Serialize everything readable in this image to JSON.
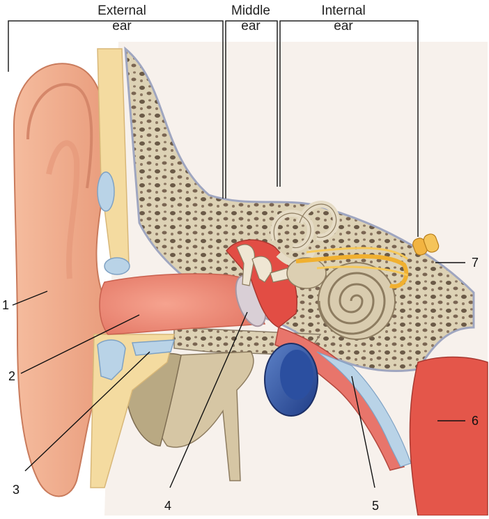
{
  "regions": {
    "external": {
      "line1": "External",
      "line2": "ear"
    },
    "middle": {
      "line1": "Middle",
      "line2": "ear"
    },
    "internal": {
      "line1": "Internal",
      "line2": "ear"
    }
  },
  "labels": [
    "1",
    "2",
    "3",
    "4",
    "5",
    "6",
    "7"
  ],
  "colors": {
    "skin": "#f2b393",
    "skin_dark": "#e79a78",
    "canal": "#ec8a78",
    "bone": "#ddd2b5",
    "cartilage": "#f4dba0",
    "cartilage_blue": "#b9d3e7",
    "vessel_blue": "#2b4fa0",
    "muscle_red": "#e4564a",
    "nerve_yellow": "#f0b030",
    "leader": "#111111"
  }
}
